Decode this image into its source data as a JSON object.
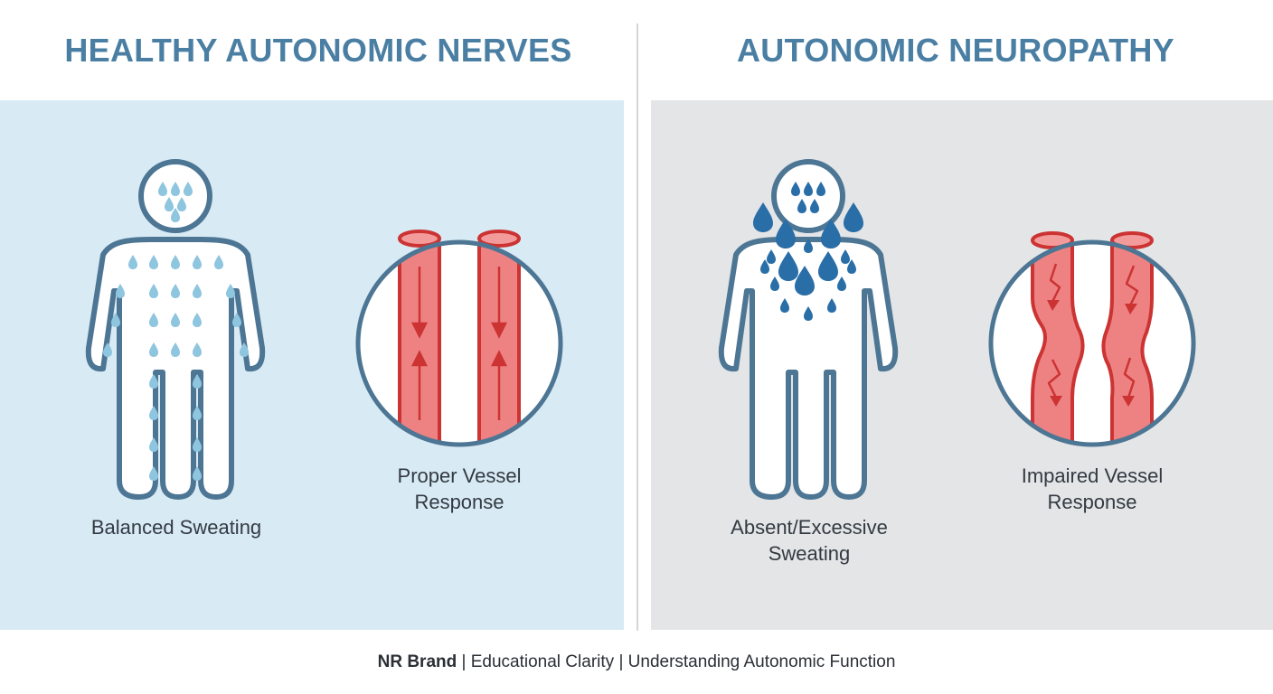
{
  "headings": {
    "left": "HEALTHY AUTONOMIC NERVES",
    "right": "AUTONOMIC NEUROPATHY"
  },
  "labels": {
    "balanced_sweating": "Balanced Sweating",
    "proper_vessel_line1": "Proper Vessel",
    "proper_vessel_line2": "Response",
    "abnormal_sweating_line1": "Absent/Excessive",
    "abnormal_sweating_line2": "Sweating",
    "impaired_vessel_line1": "Impaired Vessel",
    "impaired_vessel_line2": "Response"
  },
  "footer": {
    "brand": "NR Brand",
    "separator": "|",
    "tagline1": "Educational Clarity",
    "tagline2": "Understanding Autonomic Function"
  },
  "icons": {
    "healthy_figure": "person-light-sweat-icon",
    "healthy_vessels": "vessels-bidirectional-arrows-icon",
    "neuropathy_figure": "person-heavy-sweat-icon",
    "neuropathy_vessels": "vessels-zigzag-arrows-icon"
  },
  "colors": {
    "heading": "#4a7fa3",
    "outline": "#4d7694",
    "healthy_panel": "#d8eaf4",
    "neuropathy_panel": "#e3e5e7",
    "light_drop": "#8ec5df",
    "heavy_drop": "#2a6ea8",
    "vessel_fill": "#ee8282",
    "vessel_stroke": "#cc3333"
  }
}
